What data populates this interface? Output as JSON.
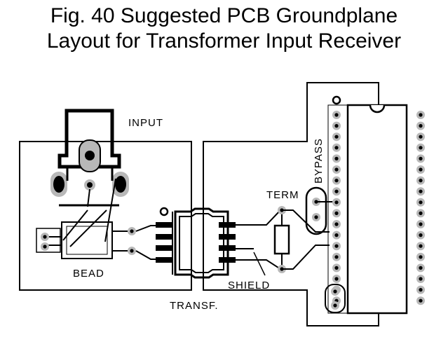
{
  "title_line1": "Fig. 40 Suggested PCB Groundplane",
  "title_line2": "Layout for Transformer Input Receiver",
  "labels": {
    "input": "INPUT",
    "bead": "BEAD",
    "transf": "TRANSF.",
    "term": "TERM",
    "bypass": "BYPASS",
    "shield": "SHIELD"
  },
  "colors": {
    "ink": "#000000",
    "pad_gray": "#b8b8b8",
    "background": "#ffffff"
  }
}
